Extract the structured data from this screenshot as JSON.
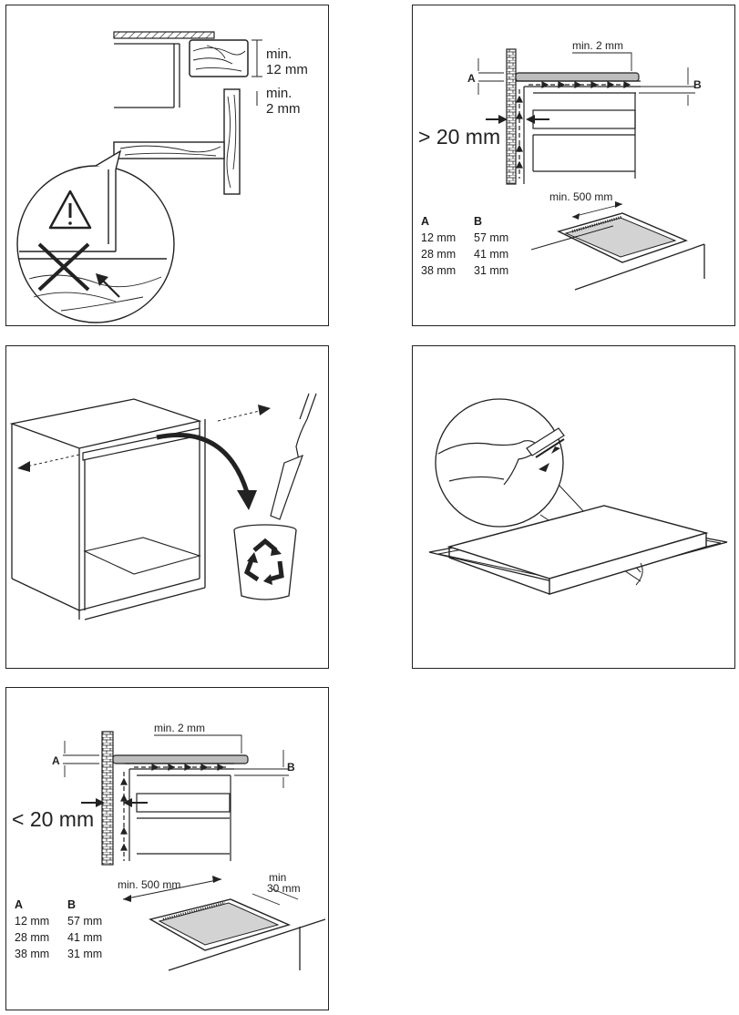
{
  "panel1": {
    "min_top": "min.",
    "dim_top": "12 mm",
    "min_bottom": "min.",
    "dim_bottom": "2 mm"
  },
  "panel2": {
    "min_label": "min. 2 mm",
    "label_a": "A",
    "label_b": "B",
    "gap_label": "> 20 mm",
    "cutout_label": "min. 500 mm",
    "table": {
      "head_a": "A",
      "head_b": "B",
      "rows": [
        [
          "12 mm",
          "57 mm"
        ],
        [
          "28 mm",
          "41 mm"
        ],
        [
          "38 mm",
          "31 mm"
        ]
      ]
    }
  },
  "panel5": {
    "min_label": "min. 2 mm",
    "label_a": "A",
    "label_b": "B",
    "gap_label": "< 20 mm",
    "cutout_label": "min. 500 mm",
    "side_min_l1": "min",
    "side_min_l2": "30 mm",
    "table": {
      "head_a": "A",
      "head_b": "B",
      "rows": [
        [
          "12 mm",
          "57 mm"
        ],
        [
          "28 mm",
          "41 mm"
        ],
        [
          "38 mm",
          "31 mm"
        ]
      ]
    }
  },
  "colors": {
    "line": "#222222",
    "hatch_fill": "#c8c8c8",
    "panel_fill": "#d9d9d9"
  },
  "icons": [
    "warning-triangle-icon",
    "cross-icon",
    "recycle-icon",
    "arrow-icon"
  ]
}
